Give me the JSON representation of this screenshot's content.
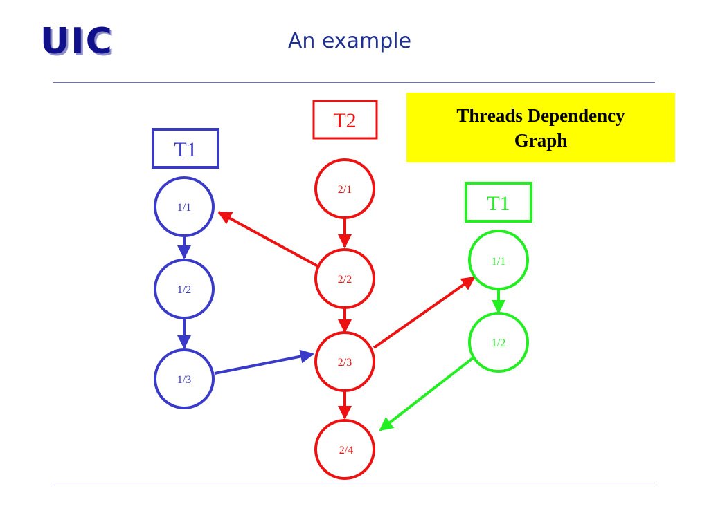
{
  "header": {
    "logo": "UIC",
    "title": "An example"
  },
  "callout": {
    "line1": "Threads Dependency",
    "line2": "Graph"
  },
  "colors": {
    "blue": "#3a3ac8",
    "red": "#ee1111",
    "green": "#22ee22"
  },
  "threads": {
    "t1_left": {
      "label": "T1",
      "color": "#3a3ac8",
      "nodes": [
        "1/1",
        "1/2",
        "1/3"
      ]
    },
    "t2": {
      "label": "T2",
      "color": "#ee1111",
      "nodes": [
        "2/1",
        "2/2",
        "2/3",
        "2/4"
      ]
    },
    "t1_right": {
      "label": "T1",
      "color": "#22ee22",
      "nodes": [
        "1/1",
        "1/2"
      ]
    }
  },
  "edges": [
    {
      "from": "b11",
      "to": "b12",
      "color": "#3a3ac8"
    },
    {
      "from": "b12",
      "to": "b13",
      "color": "#3a3ac8"
    },
    {
      "from": "b13",
      "to": "r23",
      "color": "#3a3ac8"
    },
    {
      "from": "r21",
      "to": "r22",
      "color": "#ee1111"
    },
    {
      "from": "r22",
      "to": "r23",
      "color": "#ee1111"
    },
    {
      "from": "r23",
      "to": "r24",
      "color": "#ee1111"
    },
    {
      "from": "r22",
      "to": "b11",
      "color": "#ee1111"
    },
    {
      "from": "r23",
      "to": "g11",
      "color": "#ee1111"
    },
    {
      "from": "g11",
      "to": "g12",
      "color": "#22ee22"
    },
    {
      "from": "g12",
      "to": "r24",
      "color": "#22ee22"
    }
  ]
}
